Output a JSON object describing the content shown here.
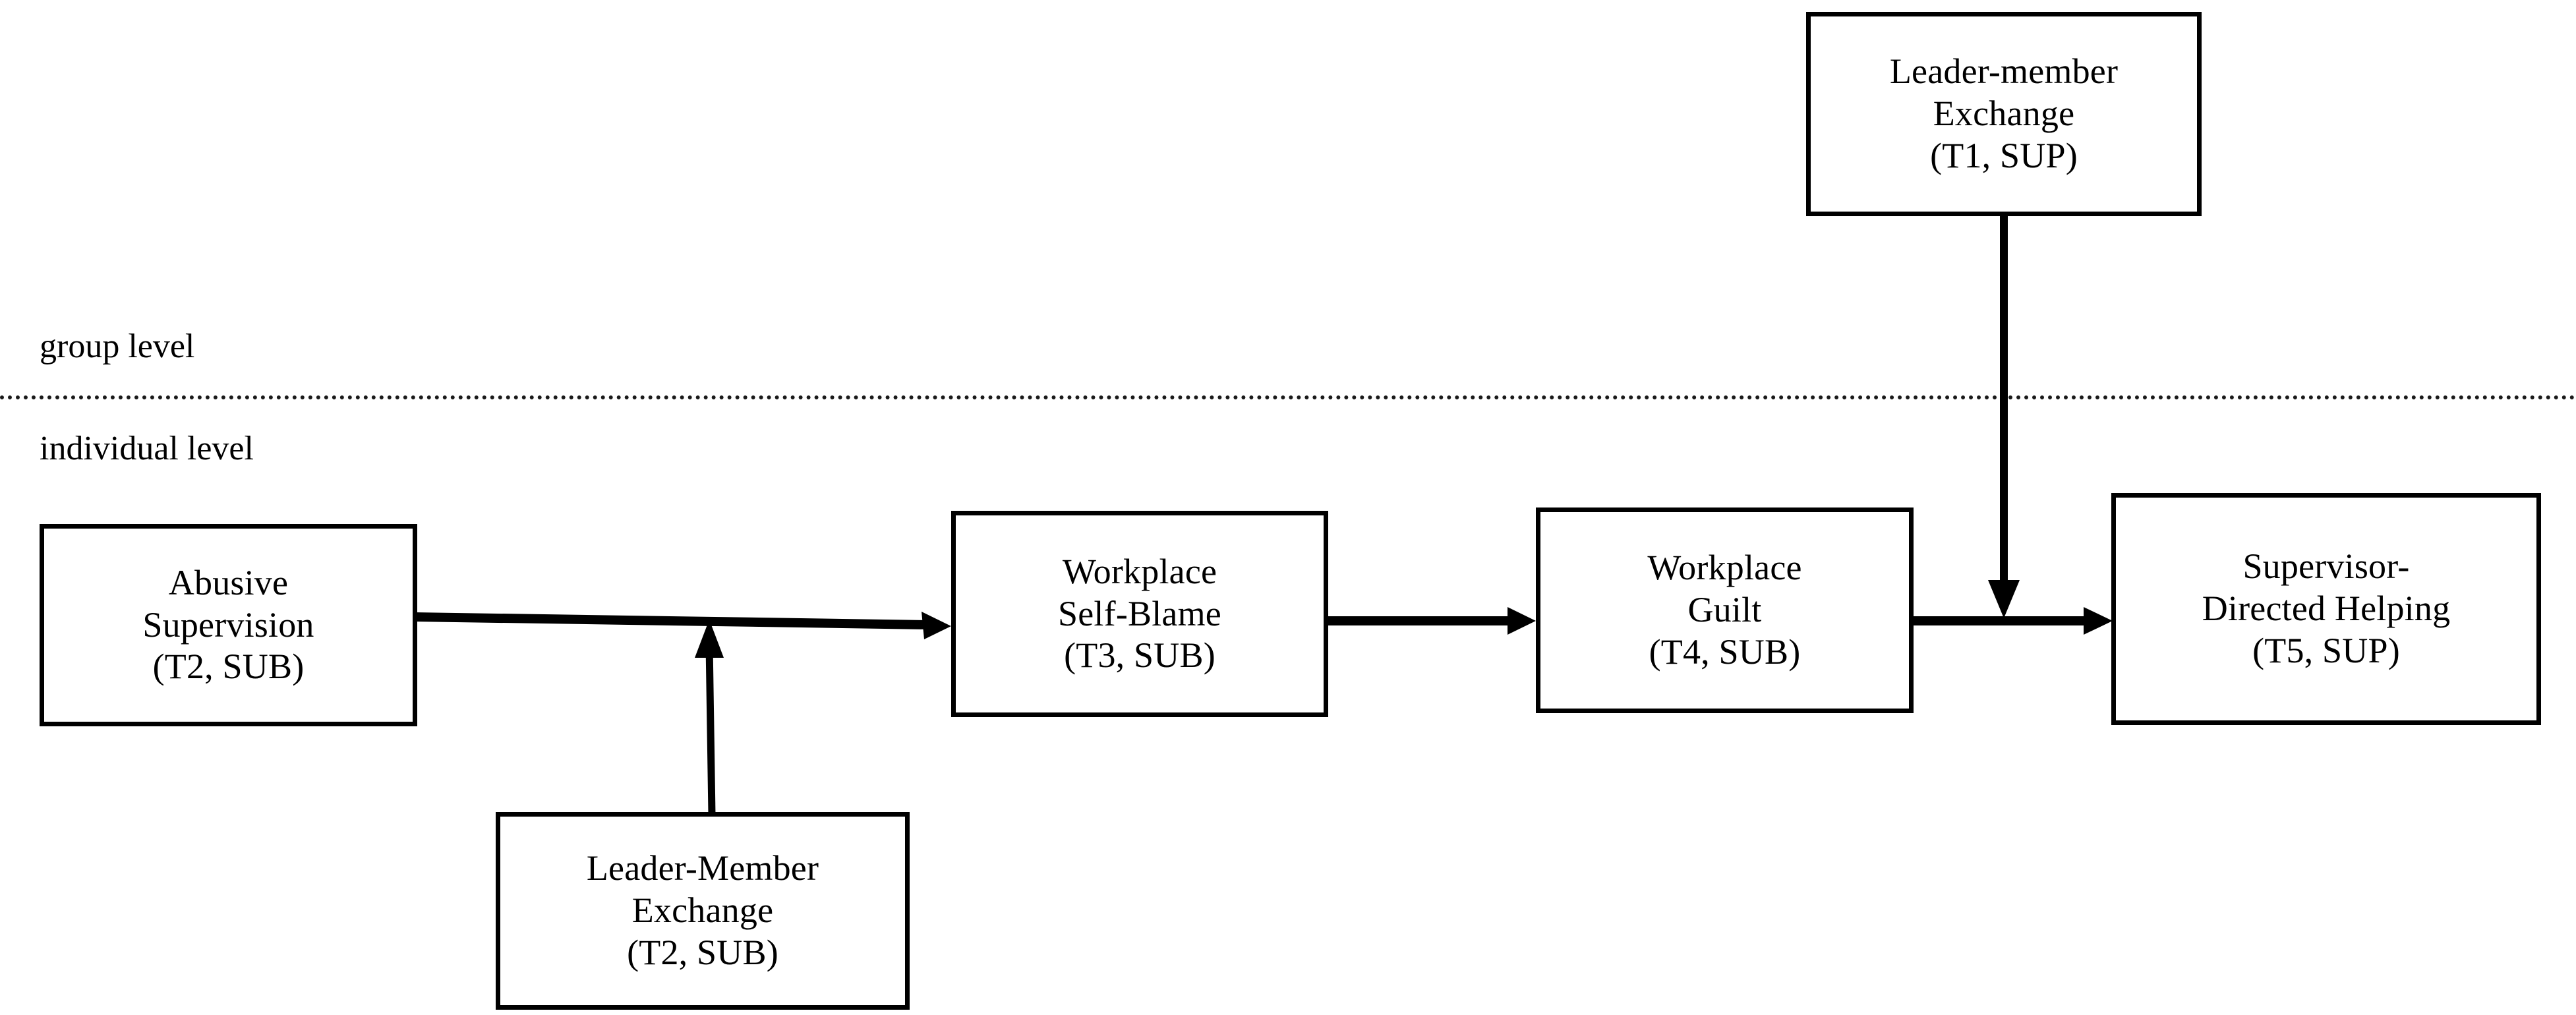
{
  "figure": {
    "type": "path-model-diagram",
    "background_color": "#ffffff",
    "line_color": "#000000"
  },
  "levels": [
    {
      "id": "group",
      "label": "group level"
    },
    {
      "id": "individual",
      "label": "individual level"
    }
  ],
  "divider": {
    "style": "dotted",
    "color": "#1a1a1a"
  },
  "nodes": [
    {
      "id": "lmx-t1",
      "level": "group",
      "lines": [
        "Leader-member",
        "Exchange",
        "(T1, SUP)"
      ]
    },
    {
      "id": "abusive-supervision",
      "level": "individual",
      "lines": [
        "Abusive",
        "Supervision",
        "(T2, SUB)"
      ]
    },
    {
      "id": "workplace-self-blame",
      "level": "individual",
      "lines": [
        "Workplace",
        "Self-Blame",
        "(T3, SUB)"
      ]
    },
    {
      "id": "workplace-guilt",
      "level": "individual",
      "lines": [
        "Workplace",
        "Guilt",
        "(T4, SUB)"
      ]
    },
    {
      "id": "supervisor-directed-helping",
      "level": "individual",
      "lines": [
        "Supervisor-",
        "Directed Helping",
        "(T5, SUP)"
      ]
    },
    {
      "id": "lmx-t2",
      "level": "individual",
      "lines": [
        "Leader-Member",
        "Exchange",
        "(T2, SUB)"
      ]
    }
  ],
  "edges": [
    {
      "id": "as-to-wsb",
      "from": "abusive-supervision",
      "to": "workplace-self-blame",
      "kind": "direct",
      "arrow": "right"
    },
    {
      "id": "wsb-to-wg",
      "from": "workplace-self-blame",
      "to": "workplace-guilt",
      "kind": "direct",
      "arrow": "right"
    },
    {
      "id": "wg-to-sdh",
      "from": "workplace-guilt",
      "to": "supervisor-directed-helping",
      "kind": "direct",
      "arrow": "right"
    },
    {
      "id": "lmx-t2-moderates-as-wsb",
      "from": "lmx-t2",
      "to": "as-to-wsb",
      "kind": "moderation",
      "arrow": "up"
    },
    {
      "id": "lmx-t1-moderates-wg-sdh",
      "from": "lmx-t1",
      "to": "wg-to-sdh",
      "kind": "moderation",
      "arrow": "down"
    }
  ]
}
